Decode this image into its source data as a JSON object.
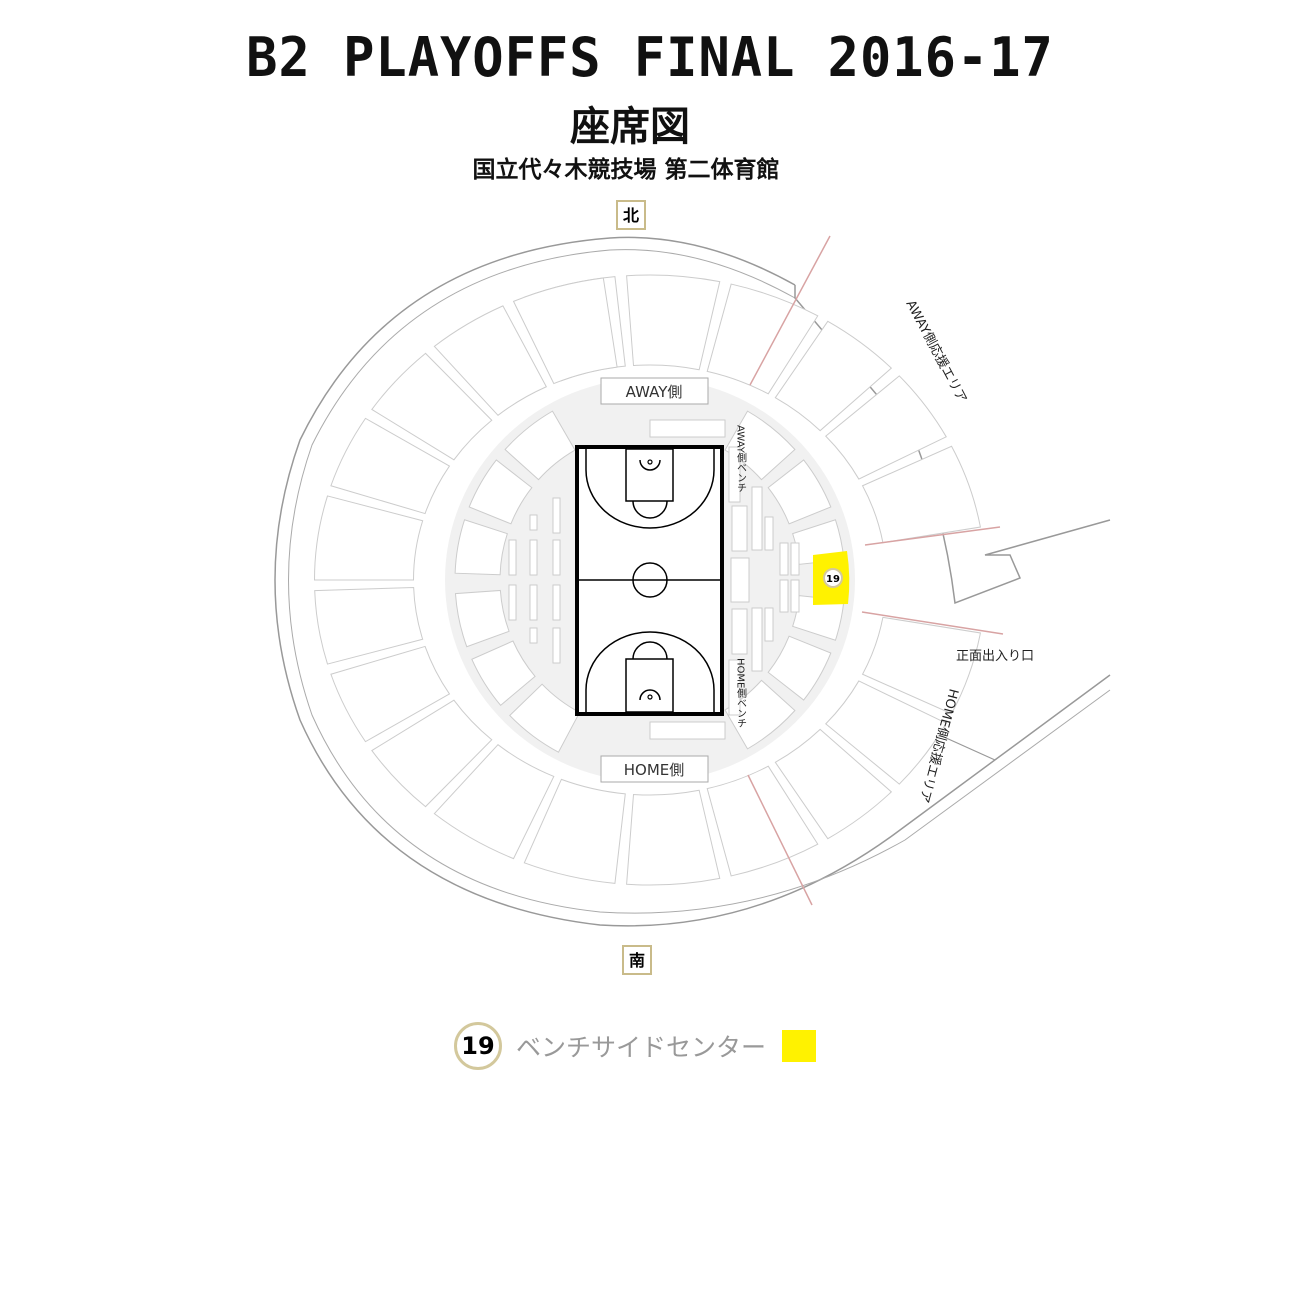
{
  "header": {
    "title": "B2 PLAYOFFS FINAL 2016-17",
    "subtitle": "座席図",
    "venue": "国立代々木競技場 第二体育館"
  },
  "compass": {
    "north": "北",
    "south": "南"
  },
  "labels": {
    "away_side": "AWAY側",
    "home_side": "HOME側",
    "away_bench": "AWAY側ベンチ",
    "home_bench": "HOME側ベンチ",
    "away_support": "AWAY側応援エリア",
    "home_support": "HOME側応援エリア",
    "entrance": "正面出入り口"
  },
  "highlight": {
    "section_number": "19",
    "color": "#fff200"
  },
  "legend": {
    "number": "19",
    "label": "ベンチサイドセンター",
    "color": "#fff200"
  },
  "colors": {
    "gold": "#c9bb8a",
    "pink": "#d8a3a3",
    "floor": "#f1f1f1",
    "line": "#999999"
  }
}
